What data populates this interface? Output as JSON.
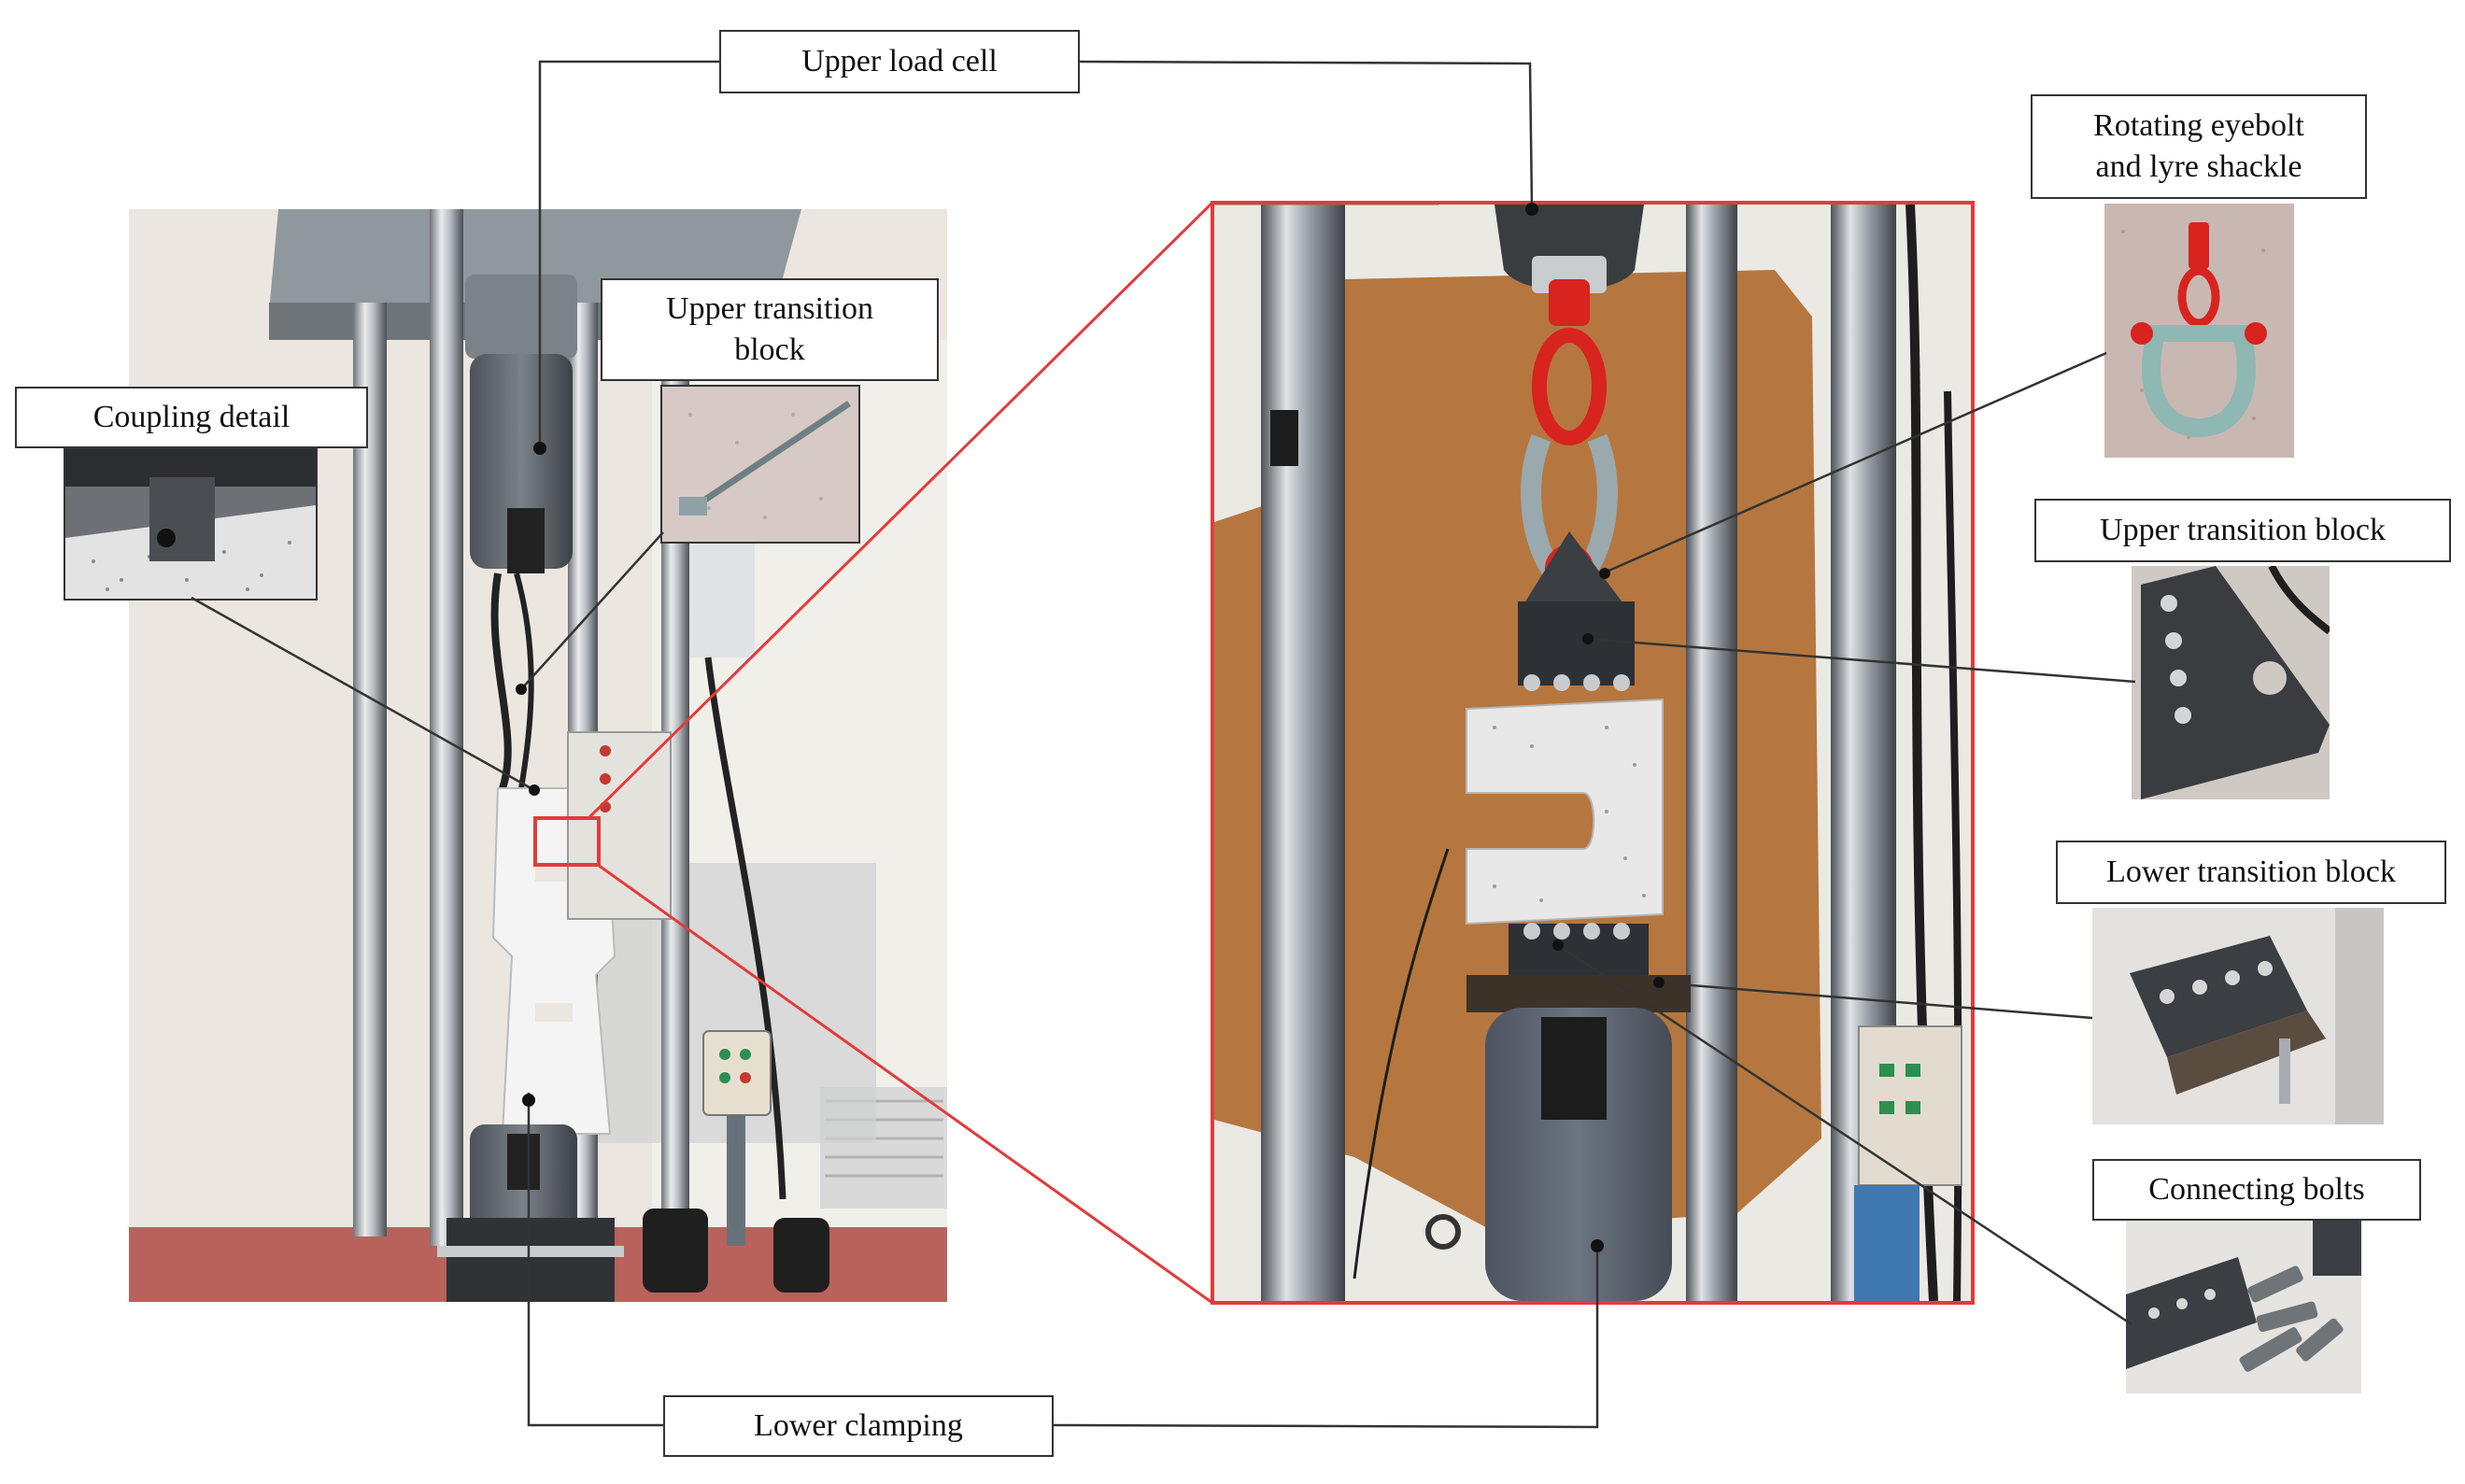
{
  "labels": {
    "upper_load_cell": "Upper load cell",
    "upper_transition_block_left_line1": "Upper transition",
    "upper_transition_block_left_line2": "block",
    "coupling_detail": "Coupling detail",
    "lower_clamping": "Lower clamping",
    "rotating_eyebolt_line1": "Rotating eyebolt",
    "rotating_eyebolt_line2": "and lyre shackle",
    "upper_transition_block_right": "Upper transition block",
    "lower_transition_block": "Lower transition block",
    "connecting_bolts": "Connecting bolts"
  },
  "colors": {
    "zoom_outline": "#e23b3b",
    "leader_line": "#333333",
    "label_border": "#333333",
    "shackle_red": "#d8231f",
    "shackle_grey": "#8fa3a8",
    "cardboard": "#b5773f",
    "machine_grey": "#5c6166",
    "specimen": "#e6e6e6",
    "wall": "#ece7e1"
  },
  "photos": [
    "testing-machine-overview-photo",
    "zoomed-specimen-photo",
    "coupling-detail-inset",
    "upper-transition-block-inset",
    "eyebolt-shackle-photo",
    "upper-transition-block-photo",
    "lower-transition-block-photo",
    "connecting-bolts-photo"
  ]
}
